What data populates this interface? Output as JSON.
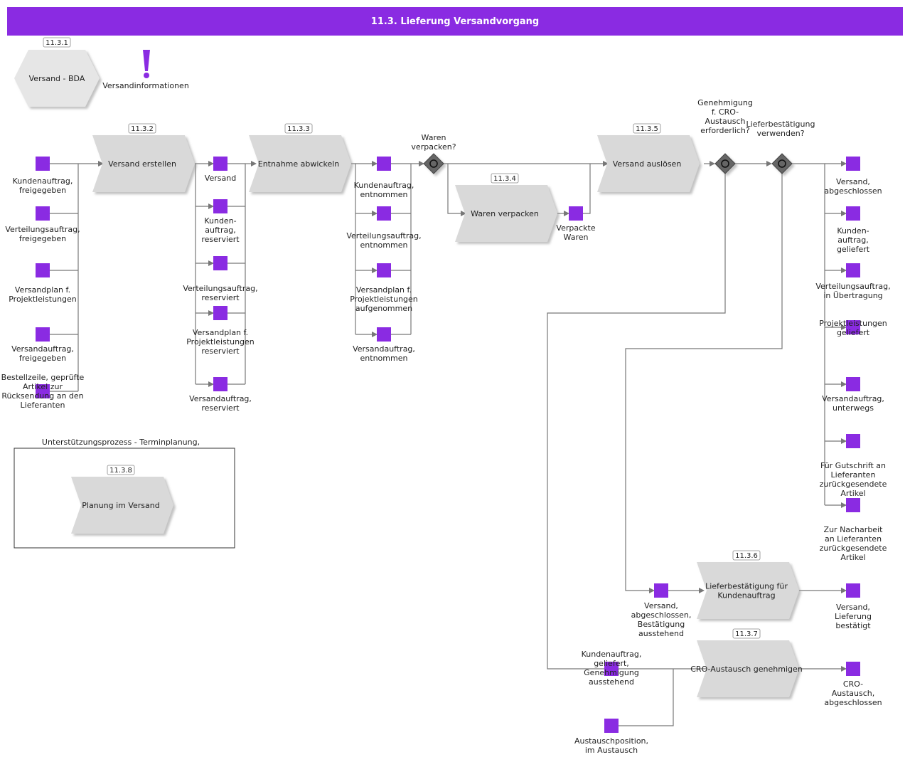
{
  "title": "11.3. Lieferung Versandvorgang",
  "colors": {
    "accent": "#8a2be2",
    "process_fill": "#d9d9d9",
    "line": "#777777"
  },
  "start_event": {
    "id": "11.3.1",
    "label": "Versand - BDA"
  },
  "info": {
    "label": "Versandinformationen",
    "icon": "exclamation-icon"
  },
  "processes": [
    {
      "key": "p2",
      "id": "11.3.2",
      "label": "Versand erstellen"
    },
    {
      "key": "p3",
      "id": "11.3.3",
      "label": "Entnahme abwickeln"
    },
    {
      "key": "p4",
      "id": "11.3.4",
      "label": "Waren verpacken"
    },
    {
      "key": "p5",
      "id": "11.3.5",
      "label": "Versand auslösen"
    },
    {
      "key": "p6",
      "id": "11.3.6",
      "label": "Lieferbestätigung für Kundenauftrag"
    },
    {
      "key": "p7",
      "id": "11.3.7",
      "label": "CRO-Austausch genehmigen"
    },
    {
      "key": "p8",
      "id": "11.3.8",
      "label": "Planung im Versand"
    }
  ],
  "gateways": [
    {
      "key": "g1",
      "label": "Waren verpacken?"
    },
    {
      "key": "g2",
      "label": "Genehmigung f. CRO-Austausch erforderlich?"
    },
    {
      "key": "g3",
      "label": "Lieferbestätigung verwenden?"
    }
  ],
  "support_group": {
    "label": "Unterstützungsprozess - Terminplanung,"
  },
  "objects": [
    {
      "key": "a1",
      "label": "Kundenauftrag, freigegeben"
    },
    {
      "key": "a2",
      "label": "Verteilungsauftrag, freigegeben"
    },
    {
      "key": "a3",
      "label": "Versandplan f. Projektleistungen"
    },
    {
      "key": "a4",
      "label": "Versandauftrag, freigegeben"
    },
    {
      "key": "a5",
      "label": "Bestellzeile, geprüfte Artikel zur Rücksendung an den Lieferanten"
    },
    {
      "key": "b1",
      "label": "Versand"
    },
    {
      "key": "b2",
      "label": "Kunden-auftrag, reserviert"
    },
    {
      "key": "b3",
      "label": "Verteilungsauftrag, reserviert"
    },
    {
      "key": "b4",
      "label": "Versandplan f. Projektleistungen reserviert"
    },
    {
      "key": "b5",
      "label": "Versandauftrag, reserviert"
    },
    {
      "key": "c1",
      "label": "Kundenauftrag, entnommen"
    },
    {
      "key": "c2",
      "label": "Verteilungsauftrag, entnommen"
    },
    {
      "key": "c3",
      "label": "Versandplan f. Projektleistungen aufgenommen"
    },
    {
      "key": "c4",
      "label": "Versandauftrag, entnommen"
    },
    {
      "key": "d1",
      "label": "Verpackte Waren"
    },
    {
      "key": "e1",
      "label": "Versand, abgeschlossen"
    },
    {
      "key": "e2",
      "label": "Kunden-auftrag, geliefert"
    },
    {
      "key": "e3",
      "label": "Verteilungsauftrag, in Übertragung"
    },
    {
      "key": "e4",
      "label": "Projektleistungen geliefert"
    },
    {
      "key": "e5",
      "label": "Versandauftrag, unterwegs"
    },
    {
      "key": "e6",
      "label": "Für Gutschrift an Lieferanten zurückgesendete Artikel"
    },
    {
      "key": "e7",
      "label": "Zur Nacharbeit an Lieferanten zurückgesendete Artikel"
    },
    {
      "key": "f1",
      "label": "Versand, abgeschlossen, Bestätigung ausstehend"
    },
    {
      "key": "f2",
      "label": "Versand, Lieferung bestätigt"
    },
    {
      "key": "h1",
      "label": "Kundenauftrag, geliefert, Genehmigung ausstehend"
    },
    {
      "key": "h2",
      "label": "Austauschposition, im Austausch"
    },
    {
      "key": "h3",
      "label": "CRO-Austausch, abgeschlossen"
    }
  ]
}
